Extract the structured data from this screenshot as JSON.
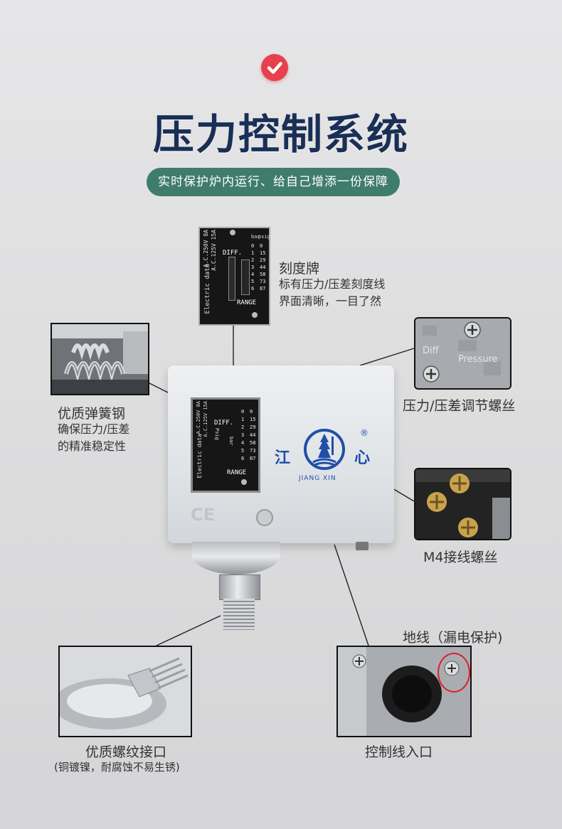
{
  "header": {
    "title": "压力控制系统",
    "subtitle": "实时保护炉内运行、给自己增添一份保障"
  },
  "dial": {
    "electric_data": "Electric data",
    "rating1": "A.C.250V 8A",
    "rating2": "A.C.125V 15A",
    "diff": "DIFF.",
    "range": "RANGE",
    "col_bar": "bar",
    "col_psig": "psig",
    "psig_label": "Psig",
    "bar_label": "bar",
    "scale_bar": [
      "0",
      "1",
      "2",
      "3",
      "4",
      "5",
      "6"
    ],
    "scale_psig": [
      "0",
      "15",
      "29",
      "44",
      "58",
      "73",
      "87"
    ]
  },
  "callouts": {
    "scale_plate": {
      "title": "刻度牌",
      "line1": "标有压力/压差刻度线",
      "line2": "界面清晰，一目了然"
    },
    "spring": {
      "title": "优质弹簧钢",
      "line1": "确保压力/压差",
      "line2": "的精准稳定性"
    },
    "adjust_screw": {
      "title": "压力/压差调节螺丝",
      "photo_text1": "Diff",
      "photo_text2": "Pressure"
    },
    "terminal": {
      "title": "M4接线螺丝"
    },
    "thread": {
      "title": "优质螺纹接口",
      "line1": "(铜镀镍，耐腐蚀不易生锈)"
    },
    "ground": {
      "title": "地线（漏电保护)"
    },
    "cable": {
      "title": "控制线入口"
    }
  },
  "brand": {
    "left": "江",
    "right": "心",
    "latin": "JIANG  XIN",
    "registered": "®",
    "ce": "CE"
  },
  "colors": {
    "accent_red": "#e8404c",
    "title_navy": "#1a2f56",
    "pill_green": "#3f7c6c",
    "brand_blue": "#1f4fa8"
  }
}
